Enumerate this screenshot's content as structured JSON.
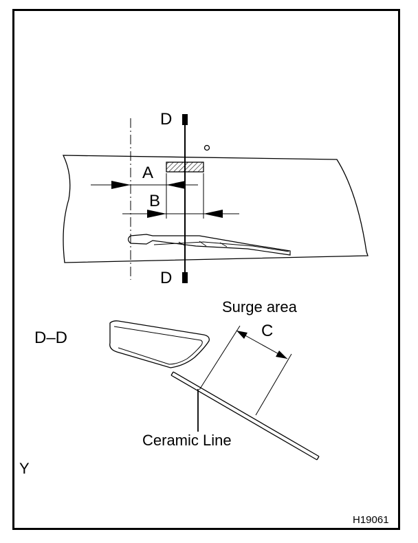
{
  "labels": {
    "section_top": "D",
    "section_bottom": "D",
    "dim_a": "A",
    "dim_b": "B",
    "dim_c": "C",
    "section_view": "D–D",
    "surge_area": "Surge area",
    "ceramic_line": "Ceramic Line",
    "view_marker": "Y",
    "figure_code": "H19061"
  }
}
